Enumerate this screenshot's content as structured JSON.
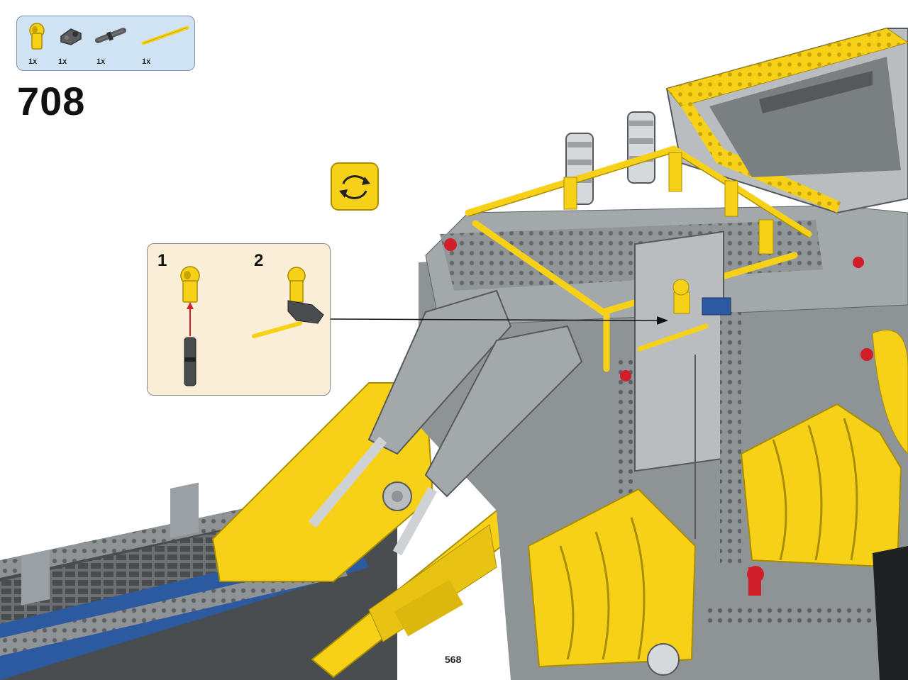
{
  "step": {
    "number": "708"
  },
  "parts_list": [
    {
      "name": "yellow-axle-pin-connector",
      "qty": "1x",
      "color": "#f7d117"
    },
    {
      "name": "dark-gray-pin-connector",
      "qty": "1x",
      "color": "#5a5c5e"
    },
    {
      "name": "dark-gray-axle-pin",
      "qty": "1x",
      "color": "#5a5c5e"
    },
    {
      "name": "yellow-axle",
      "qty": "1x",
      "color": "#f7d117"
    }
  ],
  "submodel": {
    "step1": "1",
    "step2": "2"
  },
  "page": {
    "number": "568"
  },
  "icons": {
    "rotate": "rotate-model-icon"
  },
  "colors": {
    "yellow": "#f7d117",
    "gray": "#8e9396",
    "dark_gray": "#55595c",
    "light_gray": "#b9bdc0",
    "blue": "#2c5aa0",
    "red": "#d01e2a",
    "parts_bg": "#cfe3f4",
    "callout_bg": "#fbeed6"
  }
}
